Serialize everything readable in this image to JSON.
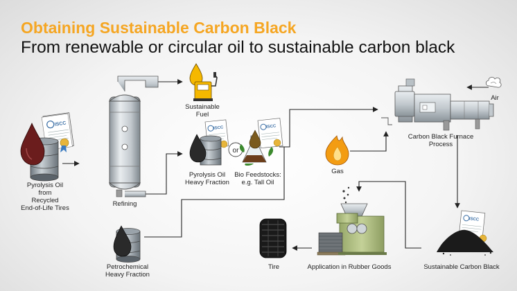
{
  "title": "Obtaining Sustainable Carbon Black",
  "subtitle": "From renewable or circular oil to sustainable carbon black",
  "certificate_badge": "ISCC",
  "or_label": "or",
  "nodes": {
    "pyrolysis_tires": [
      "Pyrolysis Oil",
      "from",
      "Recycled",
      "End-of-Life Tires"
    ],
    "refining": "Refining",
    "sustainable_fuel": [
      "Sustainable",
      "Fuel"
    ],
    "pyrolysis_heavy": [
      "Pyrolysis Oil",
      "Heavy Fraction"
    ],
    "bio_feedstocks": [
      "Bio Feedstocks:",
      "e.g. Tall Oil"
    ],
    "gas": "Gas",
    "air": "Air",
    "furnace": [
      "Carbon Black Furnace",
      "Process"
    ],
    "petrochemical": [
      "Petrochemical",
      "Heavy Fraction"
    ],
    "sustainable_cb": "Sustainable Carbon Black",
    "rubber_goods": "Application in Rubber Goods",
    "tire": "Tire"
  },
  "colors": {
    "title_orange": "#f5a623",
    "bio_drop": "#6b1d1d",
    "fuel_yellow": "#f5b800",
    "flame_orange": "#f39c12",
    "machine_green": "#b5c48a",
    "flow_line": "#222222"
  }
}
